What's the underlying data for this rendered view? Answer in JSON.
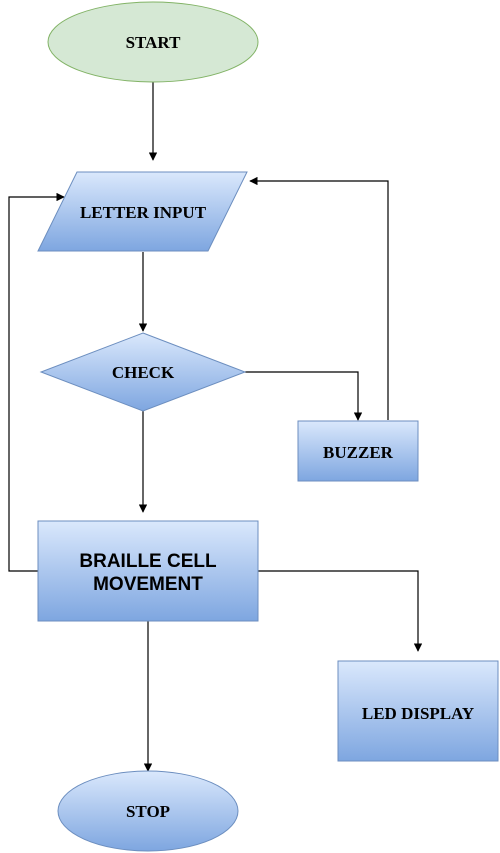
{
  "flowchart": {
    "nodes": {
      "start": {
        "label": "START",
        "shape": "ellipse",
        "fill": "#d5e8d4",
        "stroke": "#82b366"
      },
      "letter_input": {
        "label": "LETTER INPUT",
        "shape": "parallelogram"
      },
      "check": {
        "label": "CHECK",
        "shape": "diamond"
      },
      "buzzer": {
        "label": "BUZZER",
        "shape": "rectangle"
      },
      "braille_cell": {
        "label_line1": "BRAILLE CELL",
        "label_line2": "MOVEMENT",
        "shape": "rectangle"
      },
      "led_display": {
        "label": "LED DISPLAY",
        "shape": "rectangle"
      },
      "stop": {
        "label": "STOP",
        "shape": "ellipse"
      }
    },
    "edges": [
      {
        "from": "start",
        "to": "letter_input"
      },
      {
        "from": "letter_input",
        "to": "check"
      },
      {
        "from": "check",
        "to": "buzzer"
      },
      {
        "from": "buzzer",
        "to": "letter_input"
      },
      {
        "from": "check",
        "to": "braille_cell"
      },
      {
        "from": "braille_cell",
        "to": "letter_input"
      },
      {
        "from": "braille_cell",
        "to": "led_display"
      },
      {
        "from": "braille_cell",
        "to": "stop"
      }
    ],
    "colors": {
      "blue_fill_top": "#dae8fc",
      "blue_fill_bottom": "#7ea6e0",
      "blue_stroke": "#6c8ebf",
      "edge": "#000000"
    }
  }
}
